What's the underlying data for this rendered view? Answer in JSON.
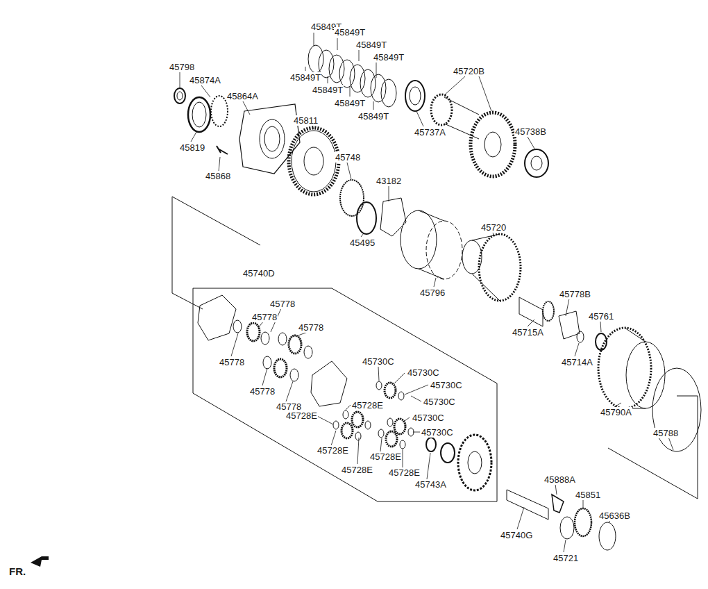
{
  "diagram": {
    "labels": [
      "45849T",
      "45849T",
      "45849T",
      "45849T",
      "45849T",
      "45849T",
      "45849T",
      "45849T",
      "45798",
      "45874A",
      "45720B",
      "45864A",
      "45811",
      "45737A",
      "45738B",
      "45819",
      "45748",
      "45868",
      "43182",
      "45720",
      "45495",
      "45740D",
      "45778",
      "45778B",
      "45778",
      "45761",
      "45778",
      "45796",
      "45715A",
      "45778",
      "45730C",
      "45714A",
      "45730C",
      "45730C",
      "45778",
      "45730C",
      "45728E",
      "45778",
      "45728E",
      "45790A",
      "45730C",
      "45730C",
      "45788",
      "45728E",
      "45728E",
      "45728E",
      "45728E",
      "45743A",
      "45888A",
      "45851",
      "45636B",
      "45740G",
      "45721",
      "FR."
    ]
  }
}
